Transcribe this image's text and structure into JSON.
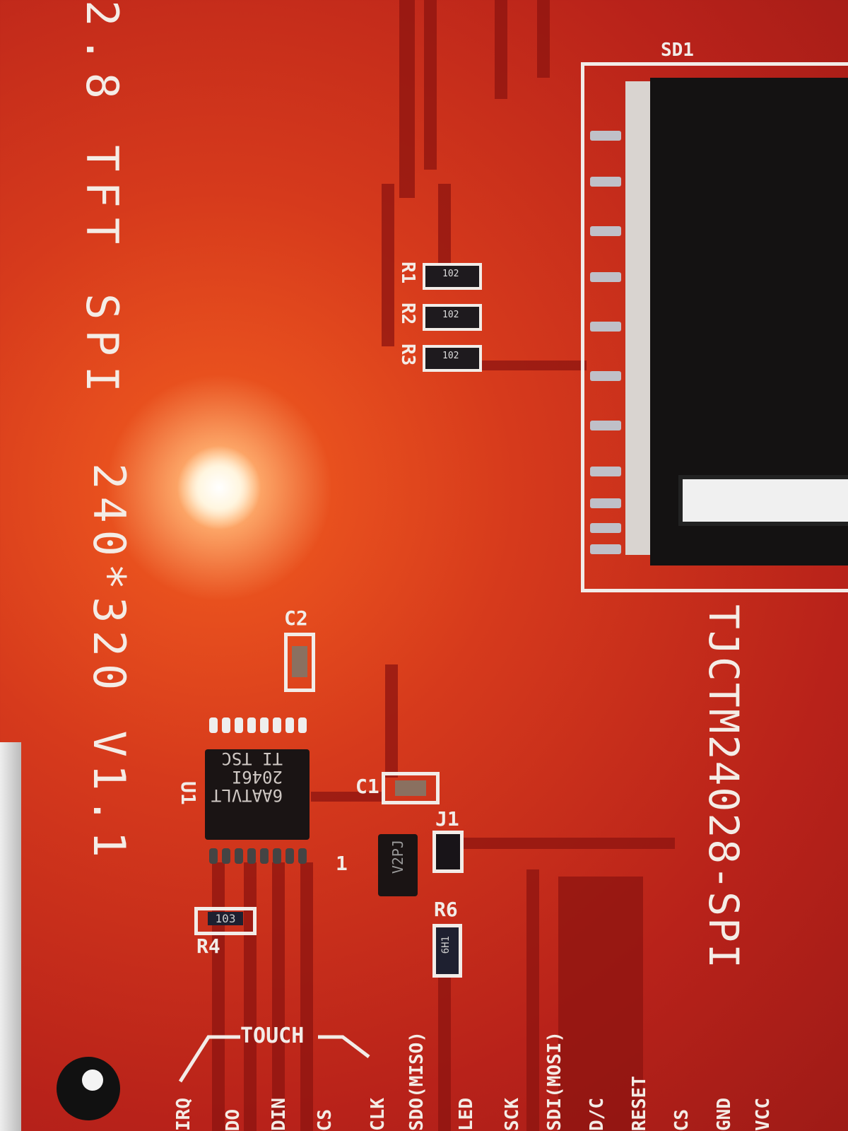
{
  "board": {
    "title_part1": "2.8 TFT",
    "title_part2": "SPI",
    "title_part3": "240*320 V1.1",
    "model": "TJCTM24028-SPI",
    "sd_label": "SD1"
  },
  "components": {
    "r1": {
      "ref": "R1",
      "code": "102"
    },
    "r2": {
      "ref": "R2",
      "code": "102"
    },
    "r3": {
      "ref": "R3",
      "code": "102"
    },
    "r4": {
      "ref": "R4",
      "code": "103"
    },
    "r6": {
      "ref": "R6",
      "code": "6H1"
    },
    "c1": {
      "ref": "C1"
    },
    "c2": {
      "ref": "C2"
    },
    "u1": {
      "ref": "U1",
      "marking_line1": "TI TSC",
      "marking_line2": "2046I",
      "marking_line3": "6AATVLT"
    },
    "q1": {
      "ref": "1",
      "marking": "V2PJ"
    },
    "j1": {
      "ref": "J1"
    }
  },
  "touch_group_label": "TOUCH",
  "pin_labels": [
    "IRQ",
    "DO",
    "DIN",
    "CS",
    "CLK",
    "SDO(MISO)",
    "LED",
    "SCK",
    "SDI(MOSI)",
    "D/C",
    "RESET",
    "CS",
    "GND",
    "VCC"
  ],
  "colors": {
    "pcb": "#c8261a",
    "silkscreen": "#f2ece8",
    "component": "#1a1414"
  }
}
